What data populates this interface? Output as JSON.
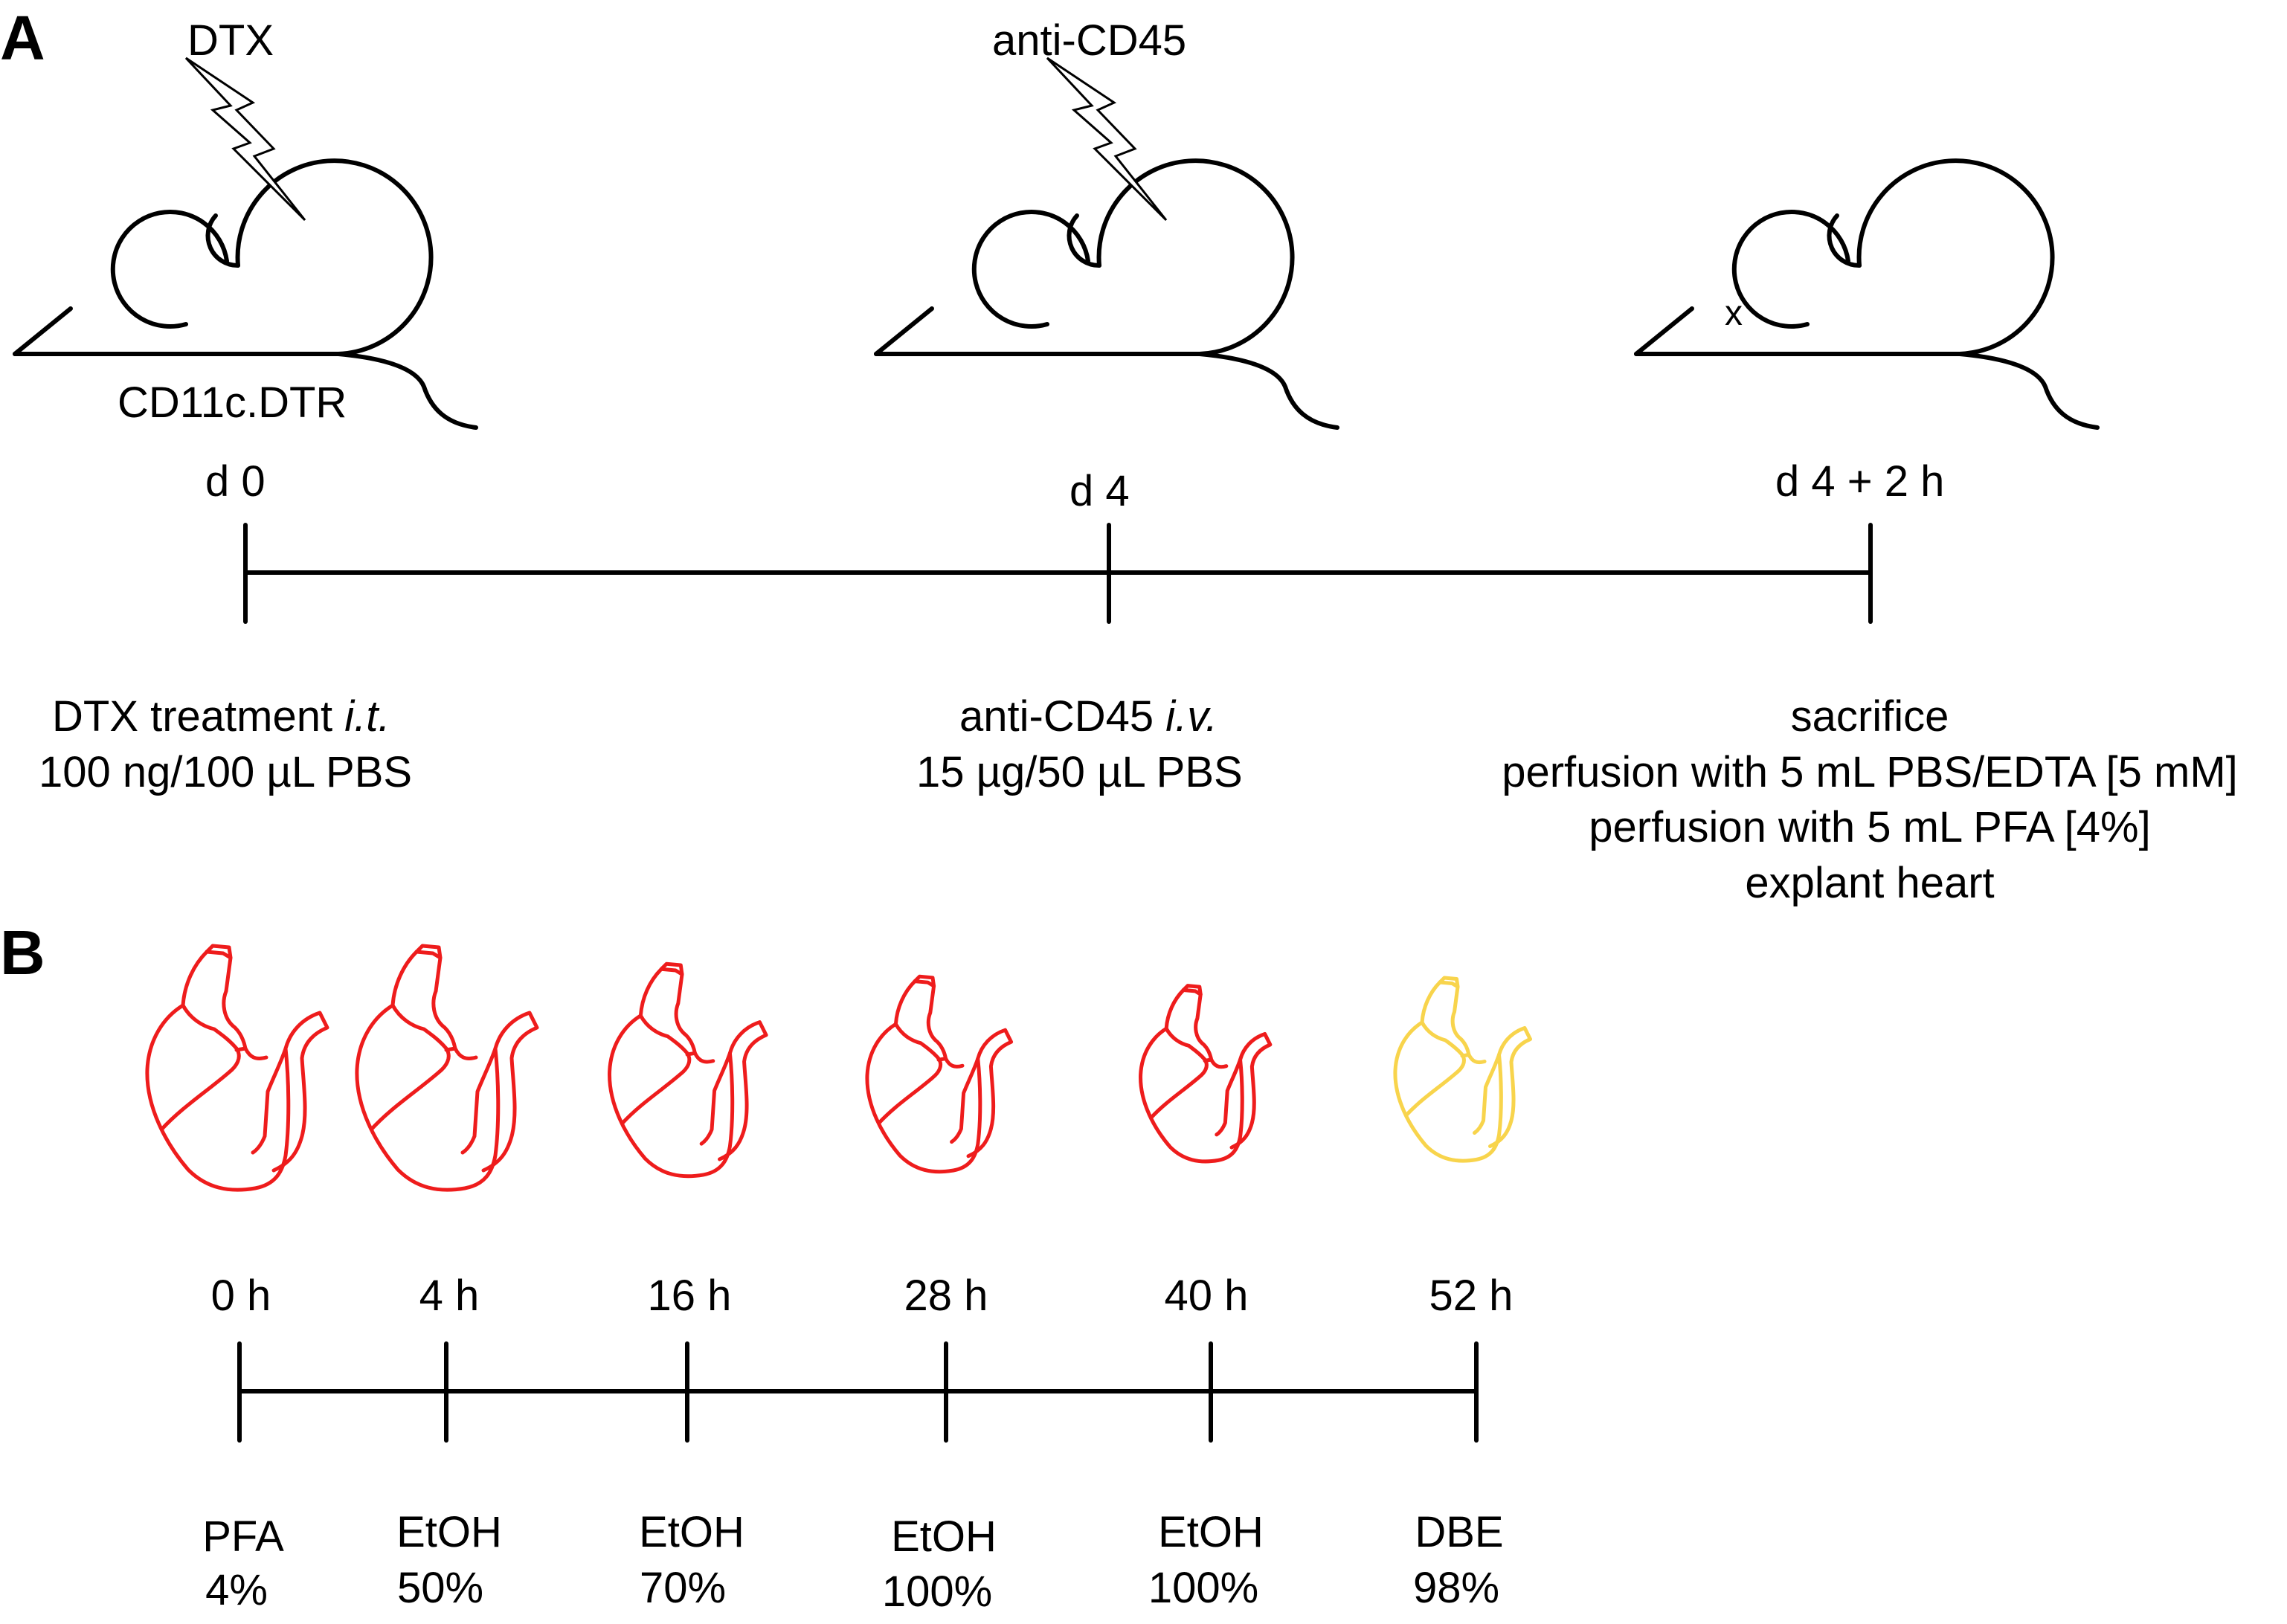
{
  "panel_a": {
    "label": "A",
    "mouse1": {
      "injection": "DTX",
      "strain": "CD11c.DTR"
    },
    "mouse2": {
      "injection": "anti-CD45"
    },
    "mouse3": {
      "mark": "x"
    },
    "timeline": {
      "ticks": [
        "d 0",
        "d 4",
        "d 4 + 2 h"
      ]
    },
    "steps": [
      {
        "line1_main": "DTX treatment ",
        "line1_ital": "i.t.",
        "line2": "100 ng/100 µL PBS"
      },
      {
        "line1_main": "anti-CD45 ",
        "line1_ital": "i.v.",
        "line2": "15 µg/50 µL PBS"
      },
      {
        "lines": [
          "sacrifice",
          "perfusion with 5 mL PBS/EDTA [5 mM]",
          "perfusion with 5 mL PFA [4%]",
          "explant heart"
        ]
      }
    ]
  },
  "panel_b": {
    "label": "B",
    "heart_colors": {
      "fixed": "#ee1c1c",
      "cleared": "#f8d44c"
    },
    "timeline": {
      "ticks": [
        "0 h",
        "4 h",
        "16 h",
        "28 h",
        "40 h",
        "52 h"
      ]
    },
    "steps": [
      {
        "reagent": "PFA",
        "conc": "4%"
      },
      {
        "reagent": "EtOH",
        "conc": "50%"
      },
      {
        "reagent": "EtOH",
        "conc": "70%"
      },
      {
        "reagent": "EtOH",
        "conc": "100%"
      },
      {
        "reagent": "EtOH",
        "conc": "100%"
      },
      {
        "reagent": "DBE",
        "conc": "98%"
      }
    ]
  }
}
